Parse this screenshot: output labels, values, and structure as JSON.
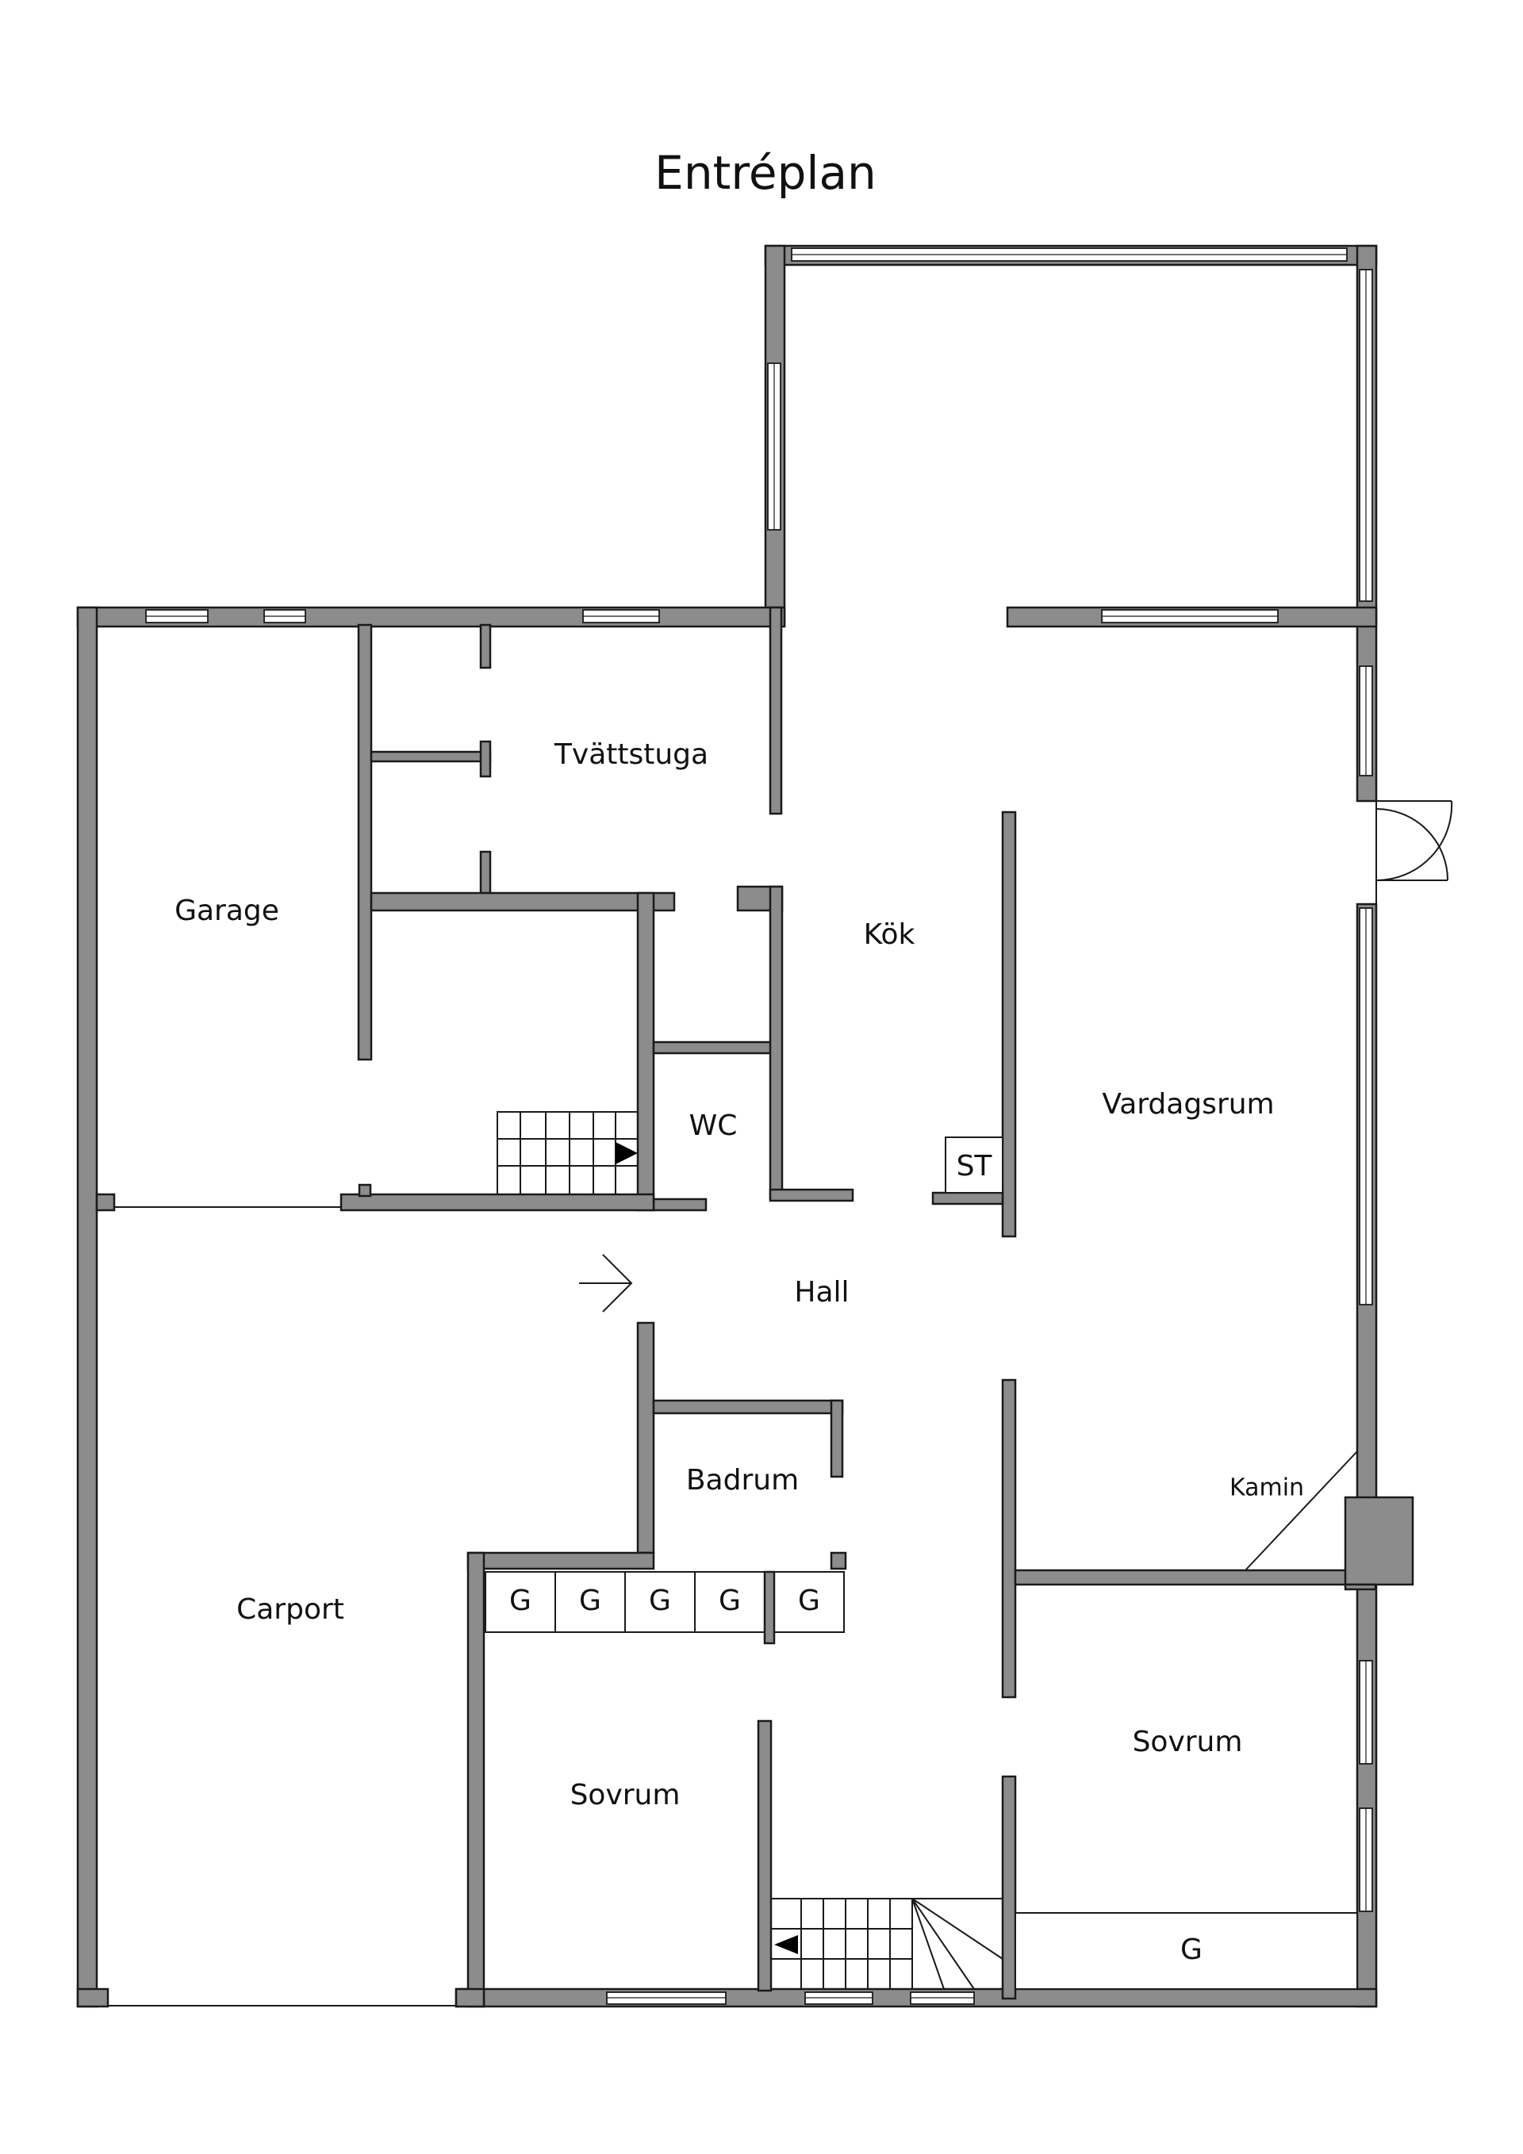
{
  "title": "Entréplan",
  "rooms": {
    "tvattstuga": "Tvättstuga",
    "garage": "Garage",
    "kok": "Kök",
    "wc": "WC",
    "st": "ST",
    "vardagsrum": "Vardagsrum",
    "hall": "Hall",
    "badrum": "Badrum",
    "kamin": "Kamin",
    "carport": "Carport",
    "sovrum_left": "Sovrum",
    "sovrum_right": "Sovrum",
    "storage": [
      "G",
      "G",
      "G",
      "G",
      "G"
    ],
    "storage_right": "G"
  },
  "colors": {
    "wall_fill": "#8c8c8c",
    "line": "#1a1a1a",
    "background": "#ffffff"
  }
}
